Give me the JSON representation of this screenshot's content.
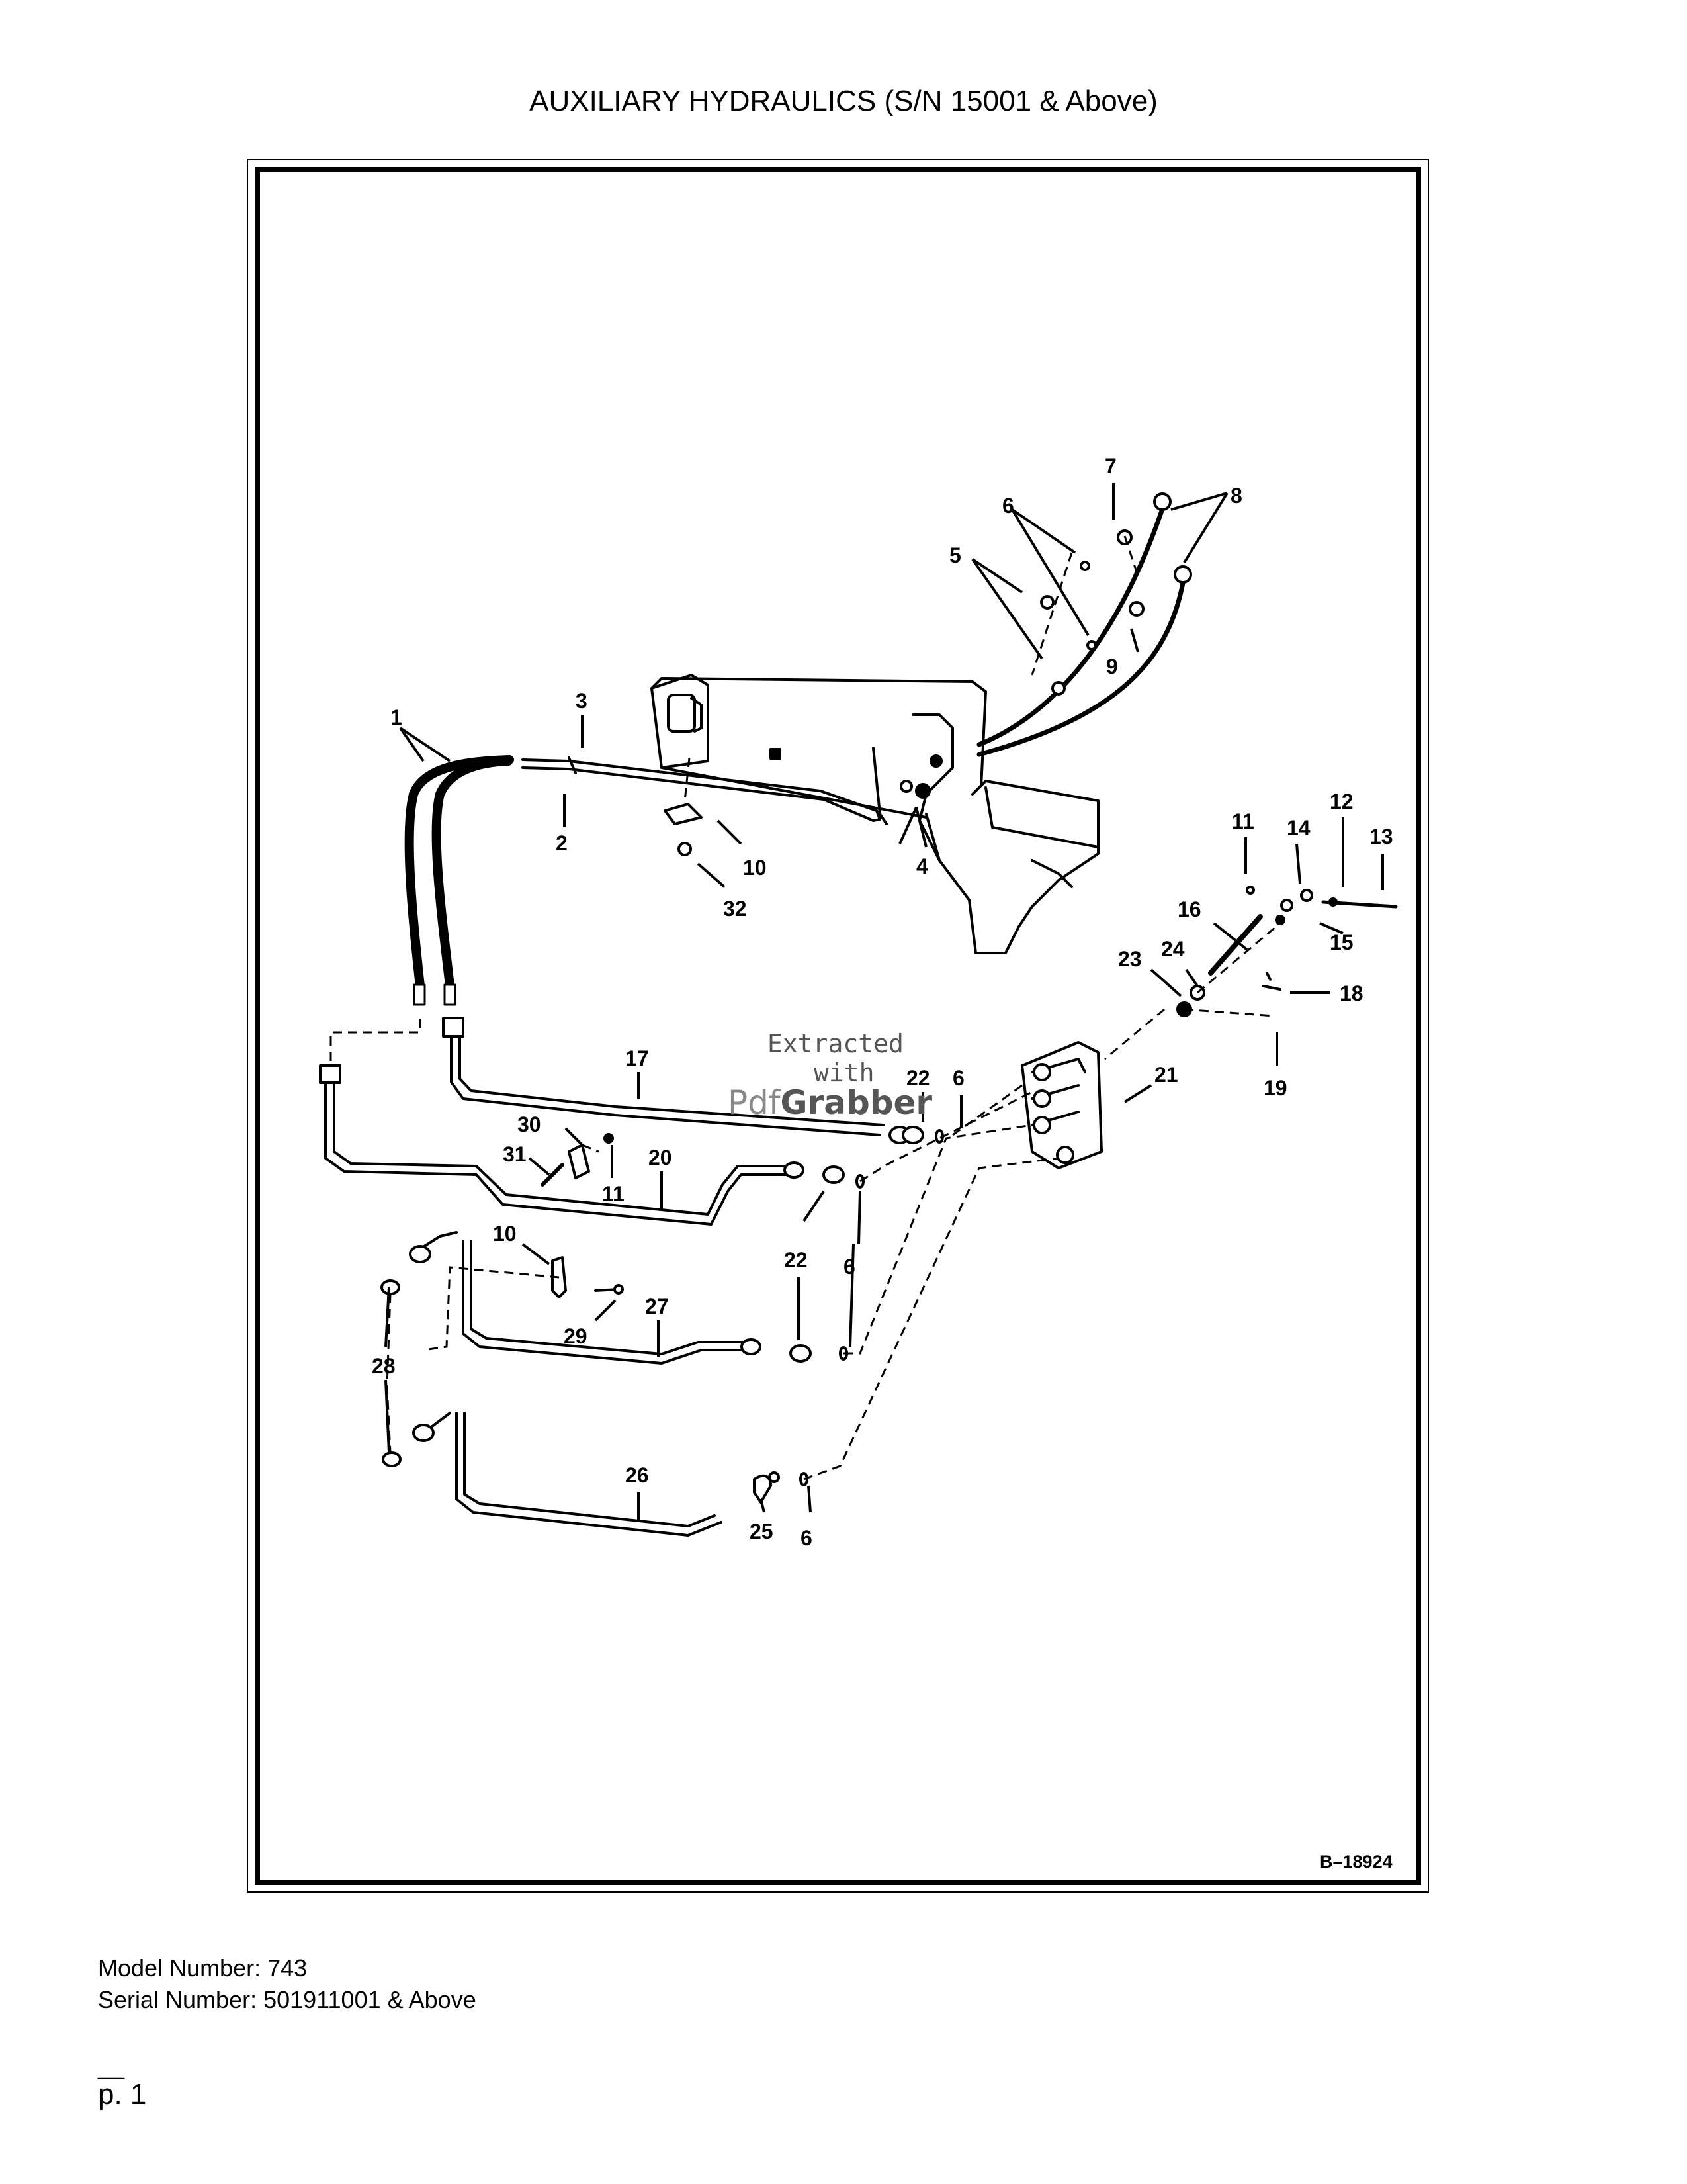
{
  "title": "AUXILIARY HYDRAULICS (S/N 15001 & Above)",
  "drawing_number": "B–18924",
  "watermark": {
    "line1": "Extracted",
    "line2": "with",
    "logo_part1": "Pdf",
    "logo_part2": "Grabber"
  },
  "footer": {
    "model": "Model Number: 743",
    "serial": "Serial Number: 501911001 & Above"
  },
  "page_rule": "__",
  "page_number": "p. 1",
  "callouts": [
    {
      "label": "1"
    },
    {
      "label": "2"
    },
    {
      "label": "3"
    },
    {
      "label": "4"
    },
    {
      "label": "5"
    },
    {
      "label": "6"
    },
    {
      "label": "7"
    },
    {
      "label": "8"
    },
    {
      "label": "9"
    },
    {
      "label": "10"
    },
    {
      "label": "32"
    },
    {
      "label": "11"
    },
    {
      "label": "12"
    },
    {
      "label": "13"
    },
    {
      "label": "14"
    },
    {
      "label": "15"
    },
    {
      "label": "16"
    },
    {
      "label": "23"
    },
    {
      "label": "24"
    },
    {
      "label": "18"
    },
    {
      "label": "19"
    },
    {
      "label": "21"
    },
    {
      "label": "17"
    },
    {
      "label": "22"
    },
    {
      "label": "6"
    },
    {
      "label": "30"
    },
    {
      "label": "31"
    },
    {
      "label": "11"
    },
    {
      "label": "20"
    },
    {
      "label": "22"
    },
    {
      "label": "6"
    },
    {
      "label": "10"
    },
    {
      "label": "27"
    },
    {
      "label": "29"
    },
    {
      "label": "28"
    },
    {
      "label": "26"
    },
    {
      "label": "25"
    },
    {
      "label": "6"
    }
  ]
}
